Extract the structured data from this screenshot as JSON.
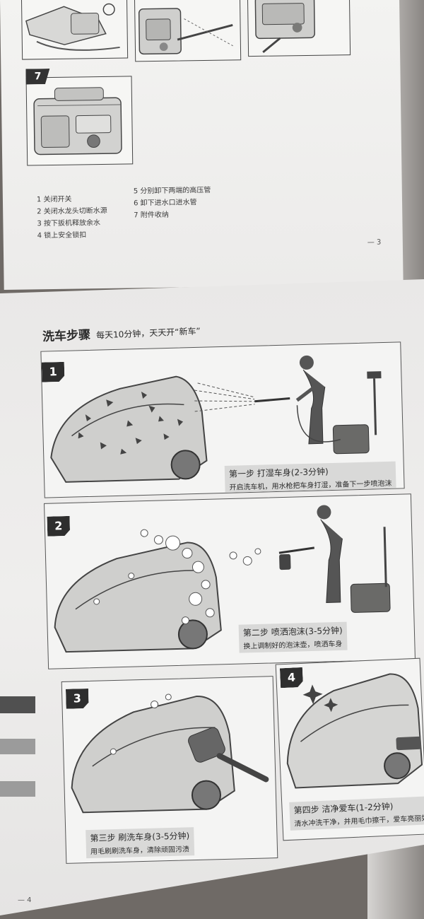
{
  "top_section": {
    "step7_number": "7",
    "instructions_left": [
      "1 关闭开关",
      "2 关闭水龙头切断水源",
      "3 按下扳机释放余水",
      "4 锁上安全锁扣"
    ],
    "instructions_right": [
      "5 分别卸下两端的高压管",
      "6 卸下进水口进水管",
      "7 附件收纳"
    ],
    "page_number": "— 3"
  },
  "bottom_section": {
    "title": "洗车步骤",
    "subtitle": "每天10分钟，天天开“新车”",
    "steps": [
      {
        "number": "1",
        "title": "第一步 打湿车身(2-3分钟)",
        "desc": "开启洗车机，用水枪把车身打湿，准备下一步喷泡沫"
      },
      {
        "number": "2",
        "title": "第二步 喷洒泡沫(3-5分钟)",
        "desc": "换上调制好的泡沫壶，喷洒车身"
      },
      {
        "number": "3",
        "title": "第三步 刷洗车身(3-5分钟)",
        "desc": "用毛刷刷洗车身，清除顽固污渍"
      },
      {
        "number": "4",
        "title": "第四步 洁净爱车(1-2分钟)",
        "desc": "清水冲洗干净，并用毛巾擦干，爱车亮丽如新"
      }
    ],
    "page_number": "— 4"
  },
  "colors": {
    "badge": "#2e2e2e",
    "caption_bg": "#d9d9d8",
    "paper": "#efeeed"
  }
}
